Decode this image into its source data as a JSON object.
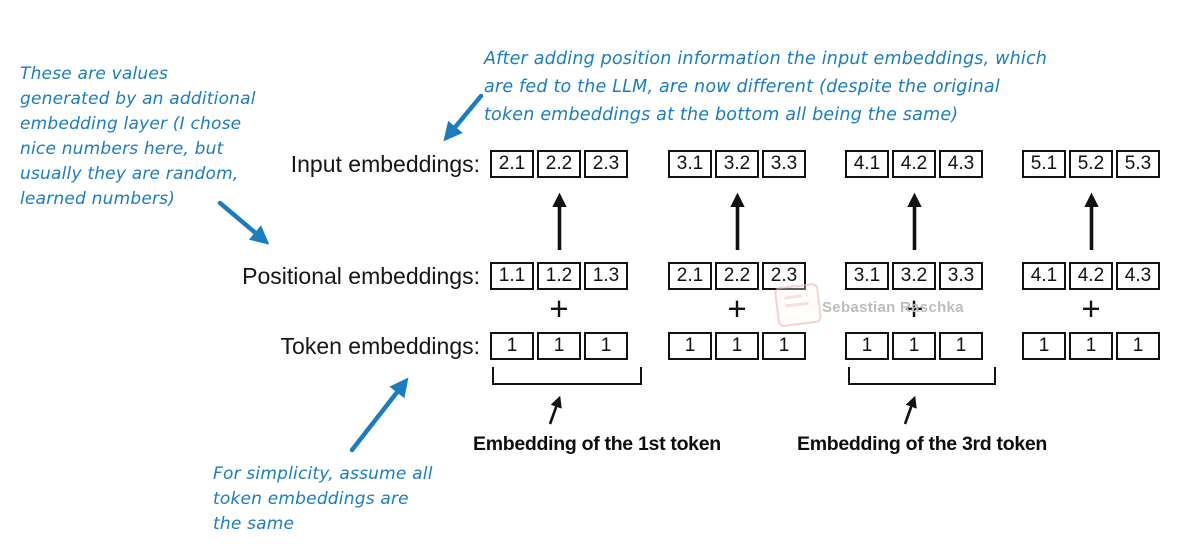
{
  "colors": {
    "annotation_blue": "#1a7dc0",
    "diagram_black": "#111111",
    "watermark_gray": "#bdbdbd",
    "watermark_pink": "#f0b9b9"
  },
  "annotations": {
    "left": {
      "lines": [
        "These are values",
        "generated by an additional",
        "embedding layer (I chose",
        "nice numbers here, but",
        "usually they are random,",
        "learned numbers)"
      ]
    },
    "top": {
      "lines": [
        "After adding position information the input embeddings, which",
        "are fed to the LLM, are now different (despite the original",
        "token embeddings at the bottom all being the same)"
      ]
    },
    "bottom": {
      "lines": [
        "For simplicity, assume all",
        "token embeddings are",
        "the same"
      ]
    }
  },
  "rows": {
    "input": {
      "label": "Input embeddings:",
      "groups": [
        [
          "2.1",
          "2.2",
          "2.3"
        ],
        [
          "3.1",
          "3.2",
          "3.3"
        ],
        [
          "4.1",
          "4.2",
          "4.3"
        ],
        [
          "5.1",
          "5.2",
          "5.3"
        ]
      ]
    },
    "positional": {
      "label": "Positional embeddings:",
      "groups": [
        [
          "1.1",
          "1.2",
          "1.3"
        ],
        [
          "2.1",
          "2.2",
          "2.3"
        ],
        [
          "3.1",
          "3.2",
          "3.3"
        ],
        [
          "4.1",
          "4.2",
          "4.3"
        ]
      ]
    },
    "token": {
      "label": "Token embeddings:",
      "groups": [
        [
          "1",
          "1",
          "1"
        ],
        [
          "1",
          "1",
          "1"
        ],
        [
          "1",
          "1",
          "1"
        ],
        [
          "1",
          "1",
          "1"
        ]
      ]
    }
  },
  "operators": {
    "plus": "+"
  },
  "captions": {
    "first_token": "Embedding of the 1st token",
    "third_token": "Embedding of the 3rd token"
  },
  "watermark": {
    "text": "Sebastian Raschka"
  }
}
